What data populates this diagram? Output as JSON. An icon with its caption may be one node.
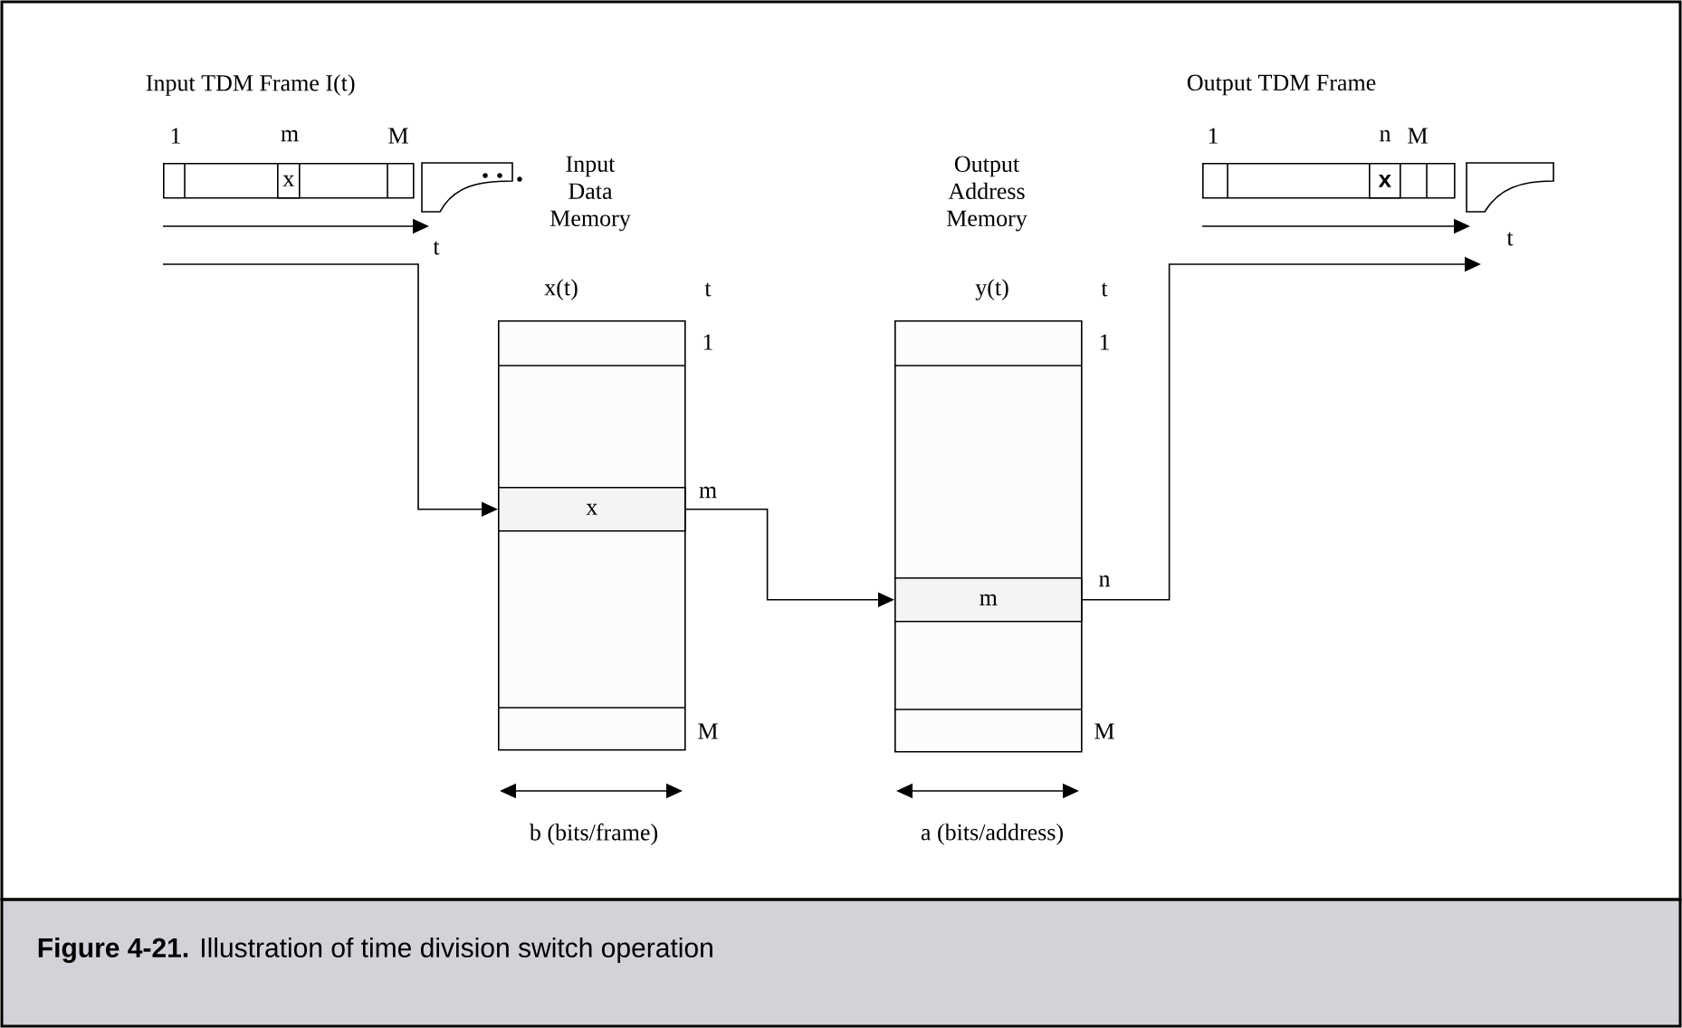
{
  "diagram": {
    "caption": "**Figure 4-21.** Illustration of time division switch operation",
    "nodes": [
      {
        "text": [
          "Input TDM Frame I(t)"
        ]
      },
      {
        "text": [
          "x"
        ],
        "in": 0
      },
      {
        "text": [
          "Input Data Memory",
          "x(t)"
        ]
      },
      {
        "text": [
          "x"
        ],
        "in": 2
      },
      {
        "text": [
          "Output Address Memory",
          "y(t)"
        ]
      },
      {
        "text": [
          "m"
        ],
        "in": 4
      },
      {
        "text": [
          "Output TDM Frame"
        ]
      },
      {
        "text": [
          "x"
        ],
        "in": 6
      }
    ],
    "edges": [
      {
        "from": null,
        "to": 3,
        "arrow": "to"
      },
      {
        "from": 3,
        "to": 5,
        "arrow": "to"
      },
      {
        "from": 5,
        "to": null,
        "arrow": "to"
      }
    ],
    "labels": [
      "1",
      "m",
      "M",
      "1",
      "n",
      "M",
      "t",
      "t",
      "t",
      "t",
      "1",
      "1",
      "m",
      "n",
      "M",
      "M",
      "b (bits/frame)",
      "a (bits/address)"
    ]
  }
}
